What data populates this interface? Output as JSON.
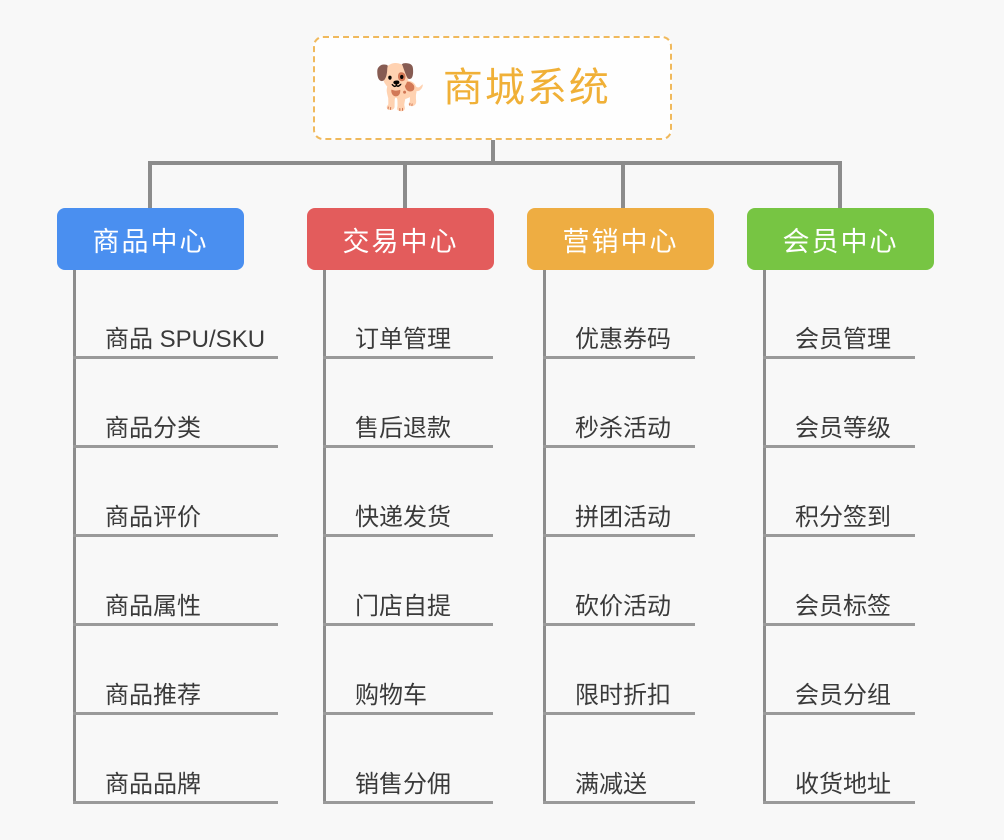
{
  "page": {
    "background_color": "#f8f8f8",
    "line_color": "#8c8c8c"
  },
  "root": {
    "icon": "shiba-dog-face-icon",
    "emoji": "🐕",
    "title": "商城系统",
    "text_color": "#f0b037",
    "border_color": "#f0b95c",
    "background_color": "#fefefe"
  },
  "columns": [
    {
      "id": "product-center",
      "header": "商品中心",
      "color": "#4a8ff0",
      "items": [
        "商品 SPU/SKU",
        "商品分类",
        "商品评价",
        "商品属性",
        "商品推荐",
        "商品品牌"
      ]
    },
    {
      "id": "trade-center",
      "header": "交易中心",
      "color": "#e35c5c",
      "items": [
        "订单管理",
        "售后退款",
        "快递发货",
        "门店自提",
        "购物车",
        "销售分佣"
      ]
    },
    {
      "id": "marketing-center",
      "header": "营销中心",
      "color": "#eead42",
      "items": [
        "优惠券码",
        "秒杀活动",
        "拼团活动",
        "砍价活动",
        "限时折扣",
        "满减送"
      ]
    },
    {
      "id": "member-center",
      "header": "会员中心",
      "color": "#77c543",
      "items": [
        "会员管理",
        "会员等级",
        "积分签到",
        "会员标签",
        "会员分组",
        "收货地址"
      ]
    }
  ]
}
